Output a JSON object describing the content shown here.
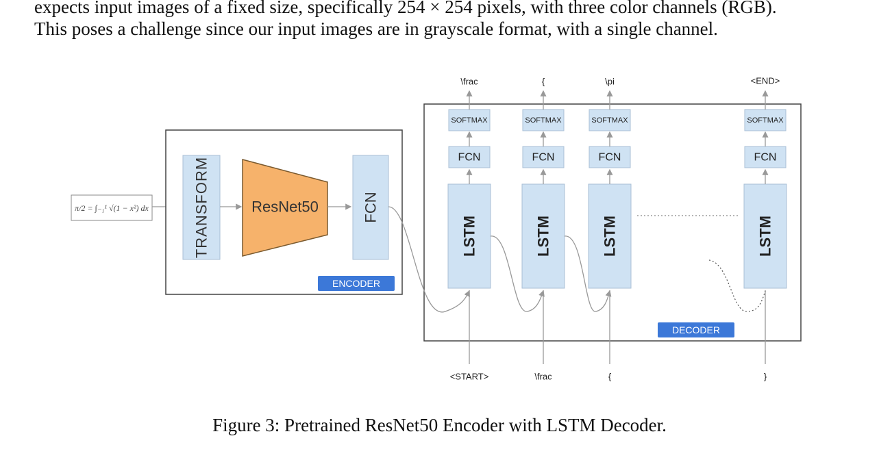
{
  "paragraph": {
    "line1": "expects input images of a fixed size, specifically 254 × 254 pixels, with three color channels (RGB).",
    "line2": "This poses a challenge since our input images are in grayscale format, with a single channel."
  },
  "figure": {
    "input_formula": "π/2 = ∫₋₁¹ √(1 − x²) dx",
    "encoder": {
      "transform_label": "TRANSFORM",
      "resnet_label": "ResNet50",
      "fcn_label": "FCN",
      "badge": "ENCODER"
    },
    "decoder": {
      "badge": "DECODER",
      "softmax_label": "SOFTMAX",
      "fcn_label": "FCN",
      "lstm_label": "LSTM",
      "outputs": [
        "\\frac",
        "{",
        "\\pi",
        "<END>"
      ],
      "inputs": [
        "<START>",
        "\\frac",
        "{",
        "}"
      ]
    }
  },
  "caption": "Figure 3: Pretrained ResNet50 Encoder with LSTM Decoder."
}
